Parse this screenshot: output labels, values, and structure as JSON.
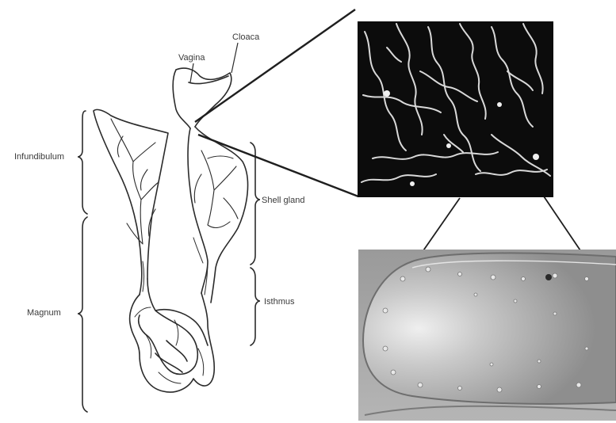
{
  "labels": {
    "cloaca": "Cloaca",
    "vagina": "Vagina",
    "infundibulum": "Infundibulum",
    "magnum": "Magnum",
    "shell_gland": "Shell gland",
    "isthmus": "Isthmus"
  },
  "colors": {
    "line": "#2b2b2b",
    "label": "#3a3a3a",
    "micrograph_dark_bg": "#0c0c0c",
    "micrograph_vessels": "#d9d9d9",
    "sem_surface": "#b8b8b8"
  }
}
